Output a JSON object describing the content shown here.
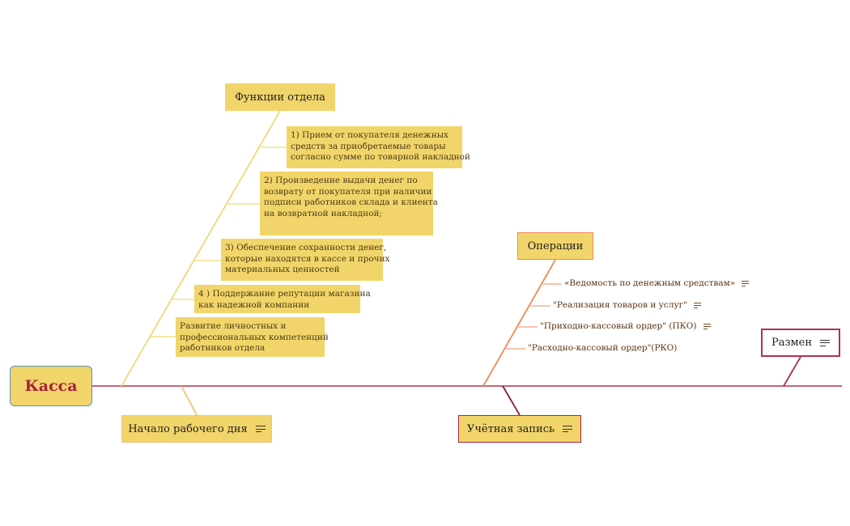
{
  "root": {
    "label": "Касса"
  },
  "functions": {
    "title": "Функции отдела",
    "items": [
      [
        "1) Прием от покупателя денежных",
        "средств за приобретаемые товары",
        "согласно сумме по товарной накладной"
      ],
      [
        "2) Произведение выдачи денег по",
        "возврату от  покупателя при наличии",
        "подписи работников склада и клиента",
        "на возвратной накладной;"
      ],
      [
        "3)  Обеспечение сохранности денег,",
        "которые находятся в кассе и прочих",
        "материальных ценностей"
      ],
      [
        "4 ) Поддержание репутации магазина",
        "как надежной компании"
      ],
      [
        "Развитие личностных и",
        "профессиональных компетенций",
        "работников отдела"
      ]
    ]
  },
  "start_of_day": {
    "title": "Начало рабочего дня",
    "icon": "note-icon"
  },
  "operations": {
    "title": "Операции",
    "items": [
      "«Ведомость по денежным средствам»",
      "\"Реализация товаров и услуг\"",
      "\"Приходно-кассовый ордер\" (ПКО)",
      "\"Расходно-кассовый ордер\"(РКО)"
    ]
  },
  "accounting": {
    "title": "Учётная запись",
    "icon": "note-icon"
  },
  "exchange": {
    "title": "Размен",
    "icon": "note-icon"
  },
  "colors": {
    "spine": "#b3314a",
    "functions_branch": "#f0d977",
    "start_branch": "#f4c27a",
    "operations_branch": "#ef8a5a",
    "accounting_branch": "#8c1a32",
    "node_fill": "#f2d56a",
    "root_border": "#5b8fb5",
    "root_text": "#a8233a"
  }
}
